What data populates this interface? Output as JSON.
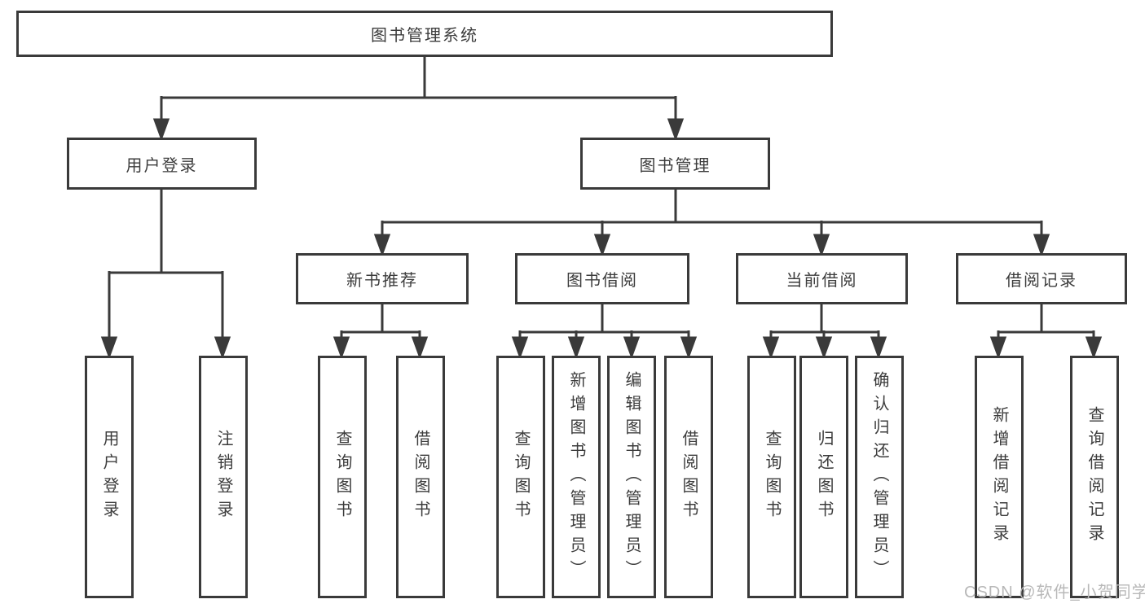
{
  "diagram": {
    "title": "图书管理系统",
    "root": {
      "label": "图书管理系统",
      "children": [
        {
          "label": "用户登录",
          "children": [
            {
              "label": "用户登录"
            },
            {
              "label": "注销登录"
            }
          ]
        },
        {
          "label": "图书管理",
          "children": [
            {
              "label": "新书推荐",
              "children": [
                {
                  "label": "查询图书"
                },
                {
                  "label": "借阅图书"
                }
              ]
            },
            {
              "label": "图书借阅",
              "children": [
                {
                  "label": "查询图书"
                },
                {
                  "label": "新增图书（管理员）"
                },
                {
                  "label": "编辑图书（管理员）"
                },
                {
                  "label": "借阅图书"
                }
              ]
            },
            {
              "label": "当前借阅",
              "children": [
                {
                  "label": "查询图书"
                },
                {
                  "label": "归还图书"
                },
                {
                  "label": "确认归还（管理员）"
                }
              ]
            },
            {
              "label": "借阅记录",
              "children": [
                {
                  "label": "新增借阅记录"
                },
                {
                  "label": "查询借阅记录"
                }
              ]
            }
          ]
        }
      ]
    }
  },
  "watermark": {
    "text": "CSDN @软件_小贺同学"
  },
  "colors": {
    "line": "#3a3a3a",
    "box_border": "#3a3a3a",
    "text": "#3c3c3c",
    "background": "#ffffff",
    "watermark": "#b8b8b8"
  }
}
